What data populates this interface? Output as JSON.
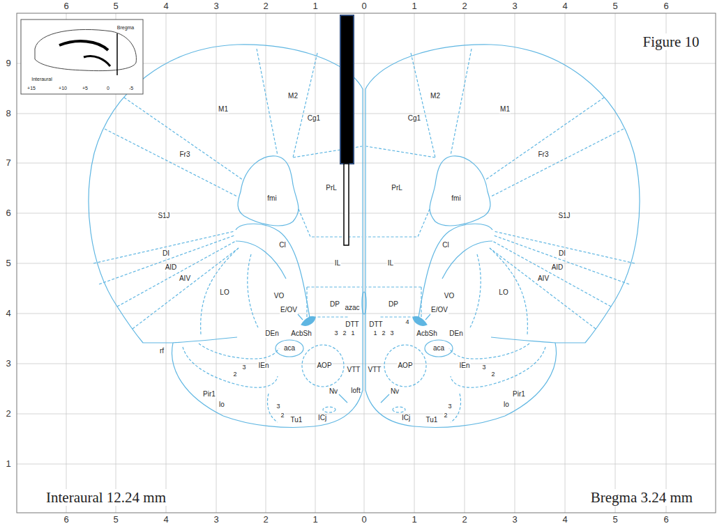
{
  "diagram": {
    "title": "Figure 10",
    "labels": [
      "6",
      "5",
      "4",
      "3",
      "2",
      "1",
      "0",
      "1",
      "2",
      "3",
      "4",
      "5",
      "6",
      "6",
      "5",
      "4",
      "3",
      "2",
      "1",
      "0",
      "1",
      "2",
      "3",
      "4",
      "5",
      "6",
      "9",
      "8",
      "7",
      "6",
      "5",
      "4",
      "3",
      "2",
      "1",
      "Interaural 12.24 mm",
      "Bregma 3.24 mm",
      "Bregma",
      "Interaural",
      "+15",
      "+10",
      "+5",
      "0",
      "-5",
      "M1",
      "M2",
      "Cg1",
      "Fr3",
      "S1J",
      "fmi",
      "PrL",
      "Cl",
      "DI",
      "AID",
      "AIV",
      "LO",
      "VO",
      "IL",
      "DP",
      "azac",
      "E/OV",
      "DTT",
      "3",
      "2",
      "1",
      "AcbSh",
      "DEn",
      "aca",
      "rf",
      "IEn",
      "3",
      "2",
      "AOP",
      "VTT",
      "loft",
      "Nv",
      "Pir1",
      "lo",
      "ICj",
      "3",
      "2",
      "Tu1",
      "M1",
      "M2",
      "Cg1",
      "Fr3",
      "S1J",
      "fmi",
      "PrL",
      "Cl",
      "DI",
      "AID",
      "AIV",
      "LO",
      "VO",
      "IL",
      "DP",
      "E/OV",
      "4",
      "DTT",
      "1",
      "2",
      "3",
      "AcbSh",
      "DEn",
      "aca",
      "IEn",
      "AOP",
      "VTT",
      "3",
      "2",
      "Pir1",
      "lo",
      "Nv",
      "ICj",
      "3",
      "2",
      "Tu1"
    ]
  }
}
